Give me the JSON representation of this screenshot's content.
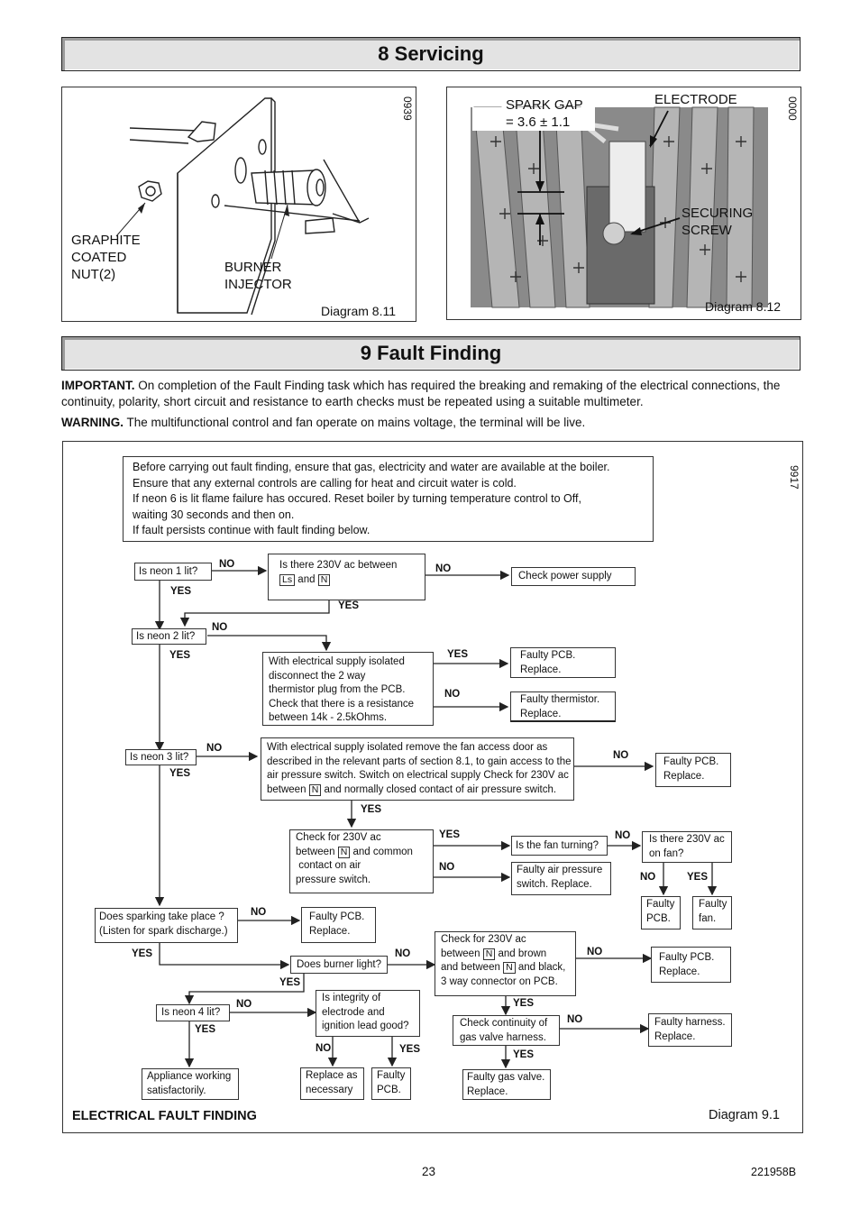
{
  "section8": {
    "title": "8  Servicing"
  },
  "diag811": {
    "code": "0939",
    "label_nut": "GRAPHITE\nCOATED\nNUT(2)",
    "label_injector": "BURNER\nINJECTOR",
    "caption": "Diagram 8.11"
  },
  "diag812": {
    "code": "0000",
    "label_spark": "SPARK GAP\n= 3.6 ± 1.1",
    "label_electrode": "ELECTRODE",
    "label_screw": "SECURING\nSCREW",
    "caption": "Diagram 8.12"
  },
  "section9": {
    "title": "9  Fault  Finding"
  },
  "important": {
    "lead": "IMPORTANT.",
    "text": " On completion of the Fault Finding task which has required the breaking and remaking of the electrical connections, the continuity, polarity, short circuit and resistance to earth checks must be repeated using a suitable multimeter."
  },
  "warning": {
    "lead": "WARNING.",
    "text": " The multifunctional control and fan operate on mains voltage, the terminal will be live."
  },
  "flow": {
    "code": "9917",
    "intro": "Before carrying out fault finding, ensure that gas, electricity and water are available at the boiler.\nEnsure that any external controls are calling for heat and circuit water is cold.\nIf neon 6 is lit flame failure has occured. Reset boiler by turning temperature control to Off,\nwaiting 30 seconds and then on.\nIf fault persists continue with fault finding below.",
    "neon1": "Is neon 1 lit?",
    "q230_a": "Is there 230V ac between",
    "q230_ls": "Ls",
    "q230_and": "and",
    "q230_n": "N",
    "check_power": "Check power supply",
    "neon2": "Is neon 2 lit?",
    "thermistor_q": "With electrical supply isolated\ndisconnect the 2 way\nthermistor plug from the PCB.\nCheck that there is a resistance\nbetween 14k - 2.5kOhms.",
    "faulty_pcb_1": "Faulty PCB.\nReplace.",
    "faulty_thermistor": "Faulty thermistor.\nReplace.",
    "neon3": "Is neon 3 lit?",
    "fan_access_q1": "With electrical supply isolated remove the fan access door as\ndescribed in the relevant parts of section 8.1, to gain access to the\nair pressure switch. Switch on electrical supply Check for 230V ac\nbetween",
    "fan_access_n": "N",
    "fan_access_q2": " and normally closed contact of air pressure switch.",
    "faulty_pcb_2": "Faulty PCB.\nReplace.",
    "aps_q1": "Check for 230V ac\nbetween",
    "aps_n": "N",
    "aps_q2": " and common\n contact on air\npressure switch.",
    "fan_turning": "Is the fan turning?",
    "faulty_aps": "Faulty air pressure\nswitch. Replace.",
    "q230_fan": "Is there 230V ac\non fan?",
    "faulty_pcb_short": "Faulty\nPCB.",
    "faulty_fan": "Faulty\nfan.",
    "sparking_q": "Does sparking take place ?\n(Listen for spark discharge.)",
    "faulty_pcb_3": "Faulty PCB.\nReplace.",
    "burner_light": "Does burner light?",
    "pcb_conn_q1": "Check for 230V ac\nbetween",
    "pcb_conn_n1": "N",
    "pcb_conn_q2": " and brown\nand between",
    "pcb_conn_n2": "N",
    "pcb_conn_q3": " and black,\n3 way connector on PCB.",
    "faulty_pcb_4": "Faulty PCB.\nReplace.",
    "neon4": "Is neon 4 lit?",
    "integrity_q": "Is integrity of\nelectrode and\nignition lead good?",
    "continuity_q": "Check continuity of\ngas valve harness.",
    "faulty_harness": "Faulty harness.\nReplace.",
    "appliance_ok": "Appliance working\nsatisfactorily.",
    "replace_necessary": "Replace as\nnecessary",
    "faulty_pcb_5": "Faulty\nPCB.",
    "faulty_gas_valve": "Faulty gas valve.\nReplace.",
    "yes": "YES",
    "no": "NO",
    "footer_title": "ELECTRICAL FAULT FINDING",
    "caption": "Diagram 9.1"
  },
  "page": {
    "number": "23",
    "doc_code": "221958B"
  }
}
